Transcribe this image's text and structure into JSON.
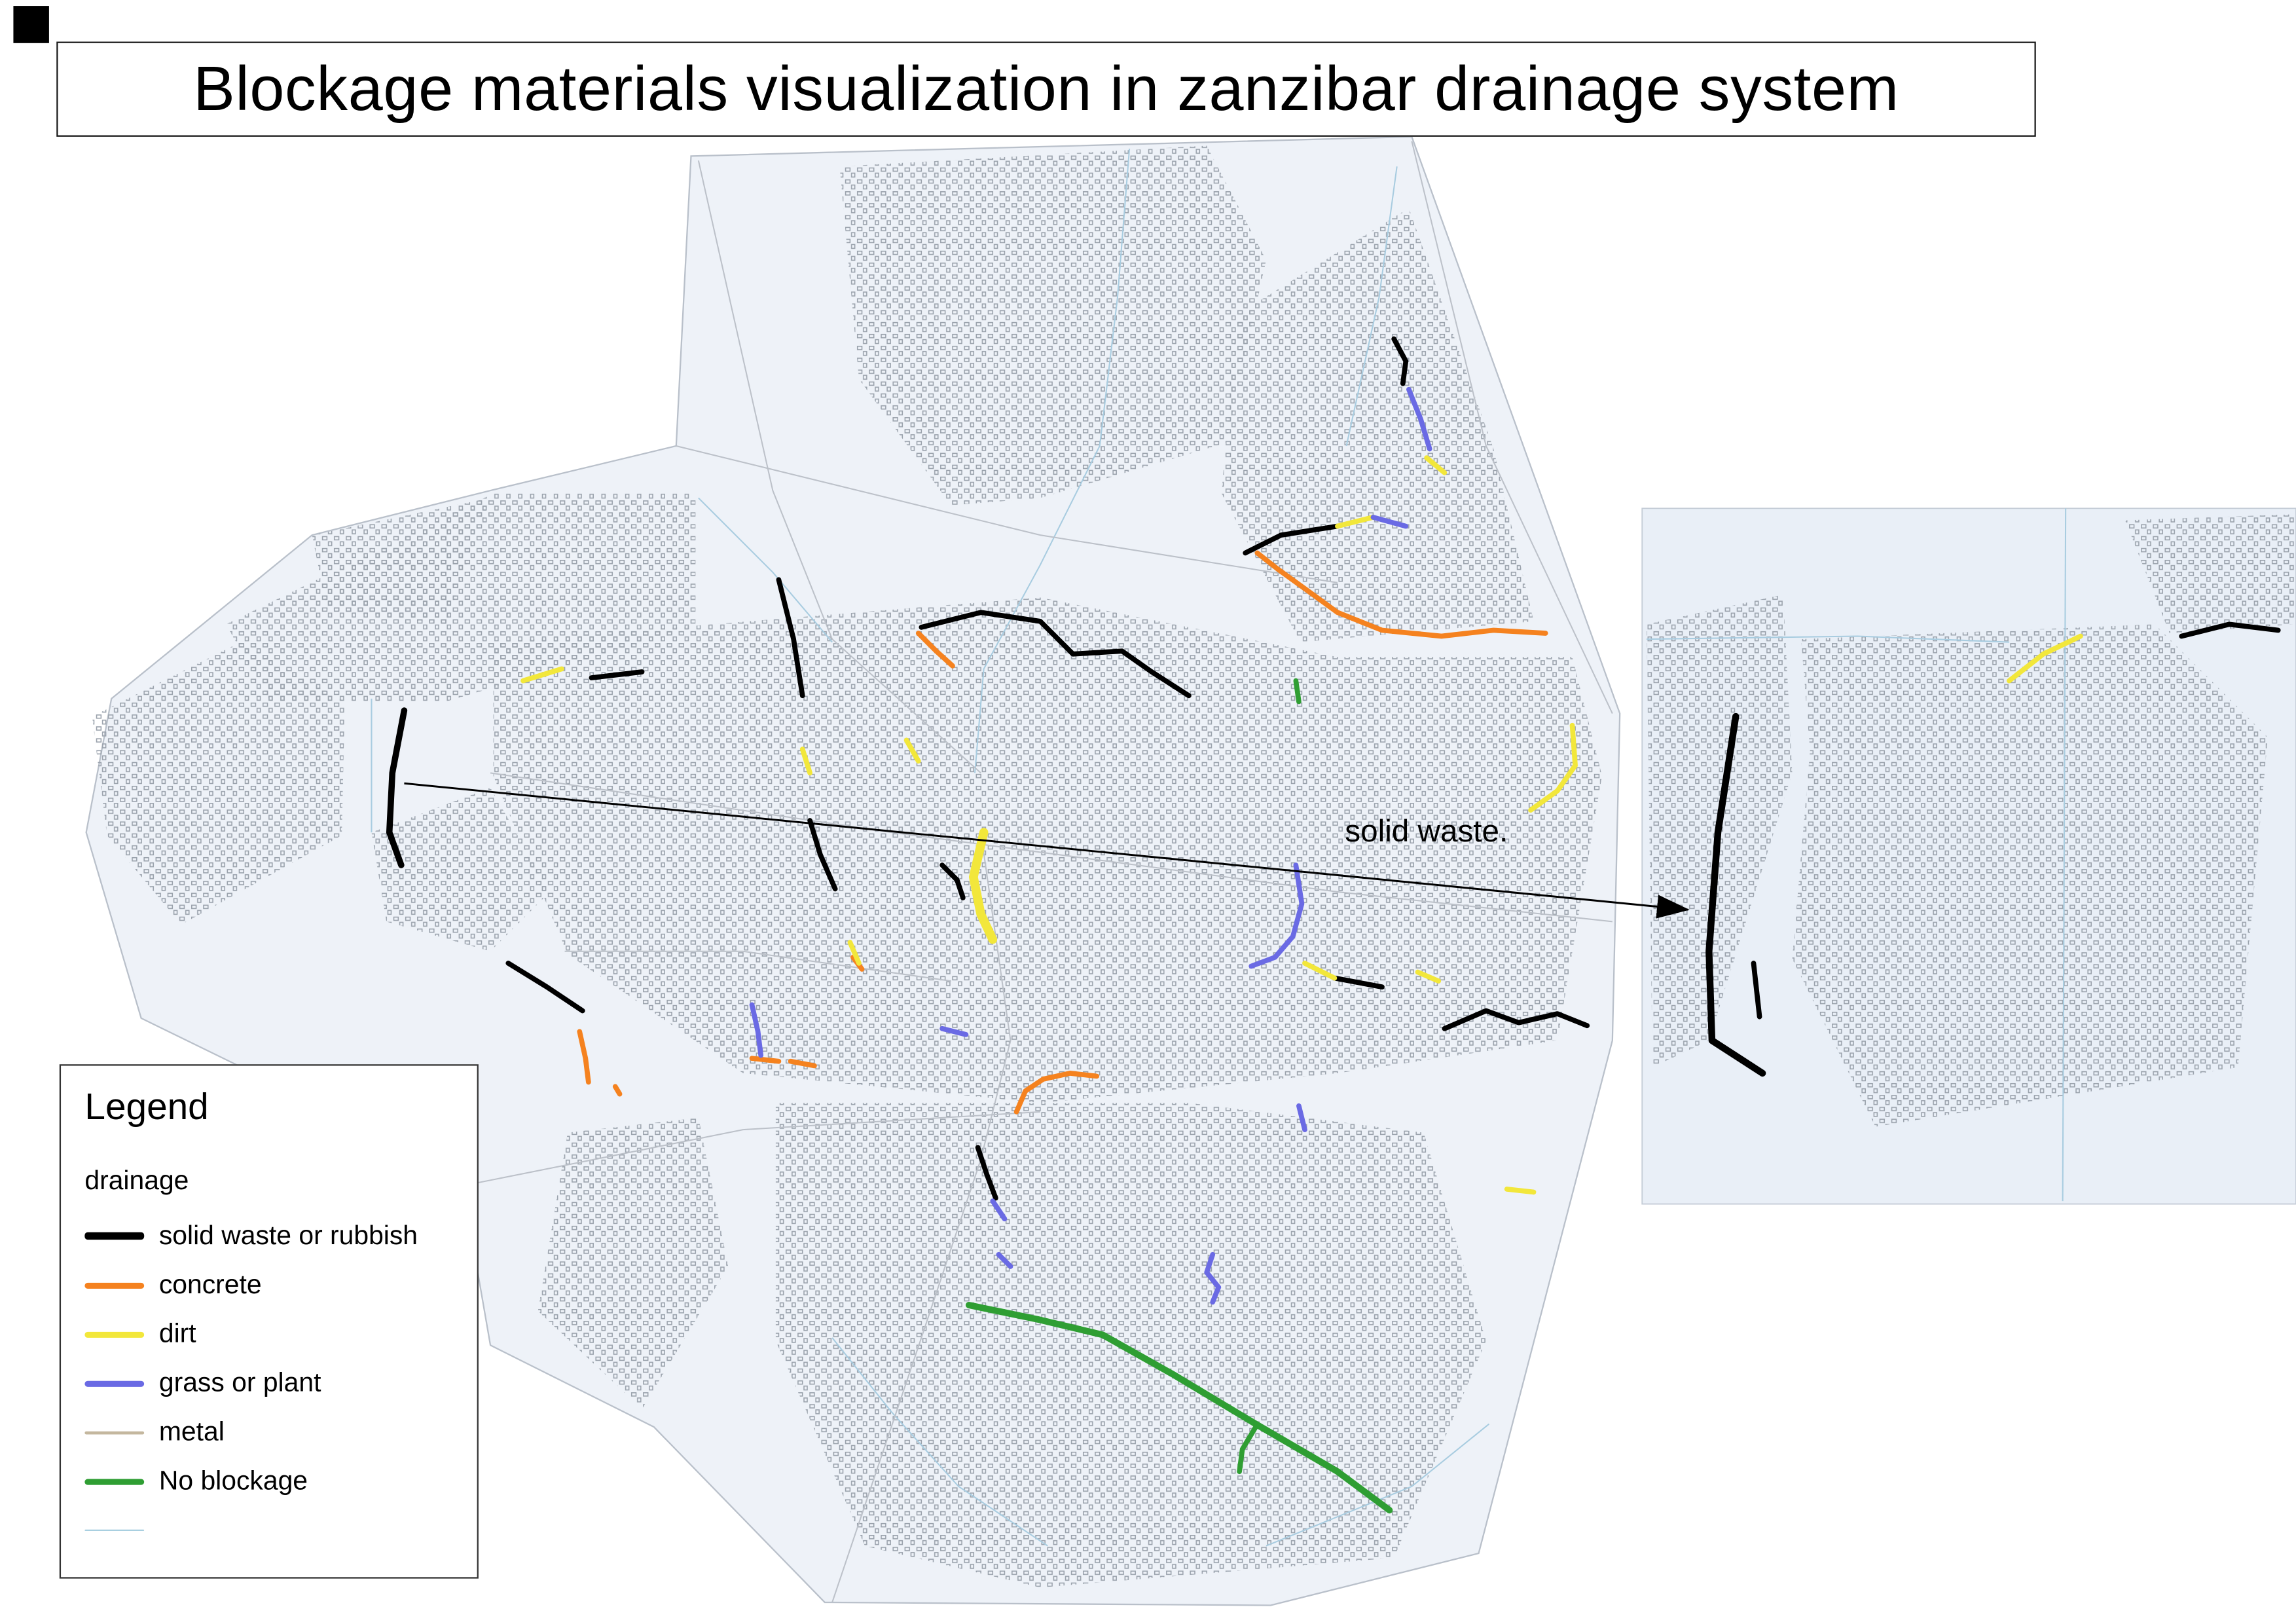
{
  "title": "Blockage materials visualization in zanzibar drainage system",
  "annotation": {
    "label": "solid waste."
  },
  "legend": {
    "title": "Legend",
    "group_label": "drainage",
    "items": [
      {
        "label": "solid waste or rubbish",
        "color": "#000000",
        "thickness": 5
      },
      {
        "label": "concrete",
        "color": "#f5821f",
        "thickness": 4
      },
      {
        "label": "dirt",
        "color": "#f2e73b",
        "thickness": 4
      },
      {
        "label": "grass or plant",
        "color": "#6a6ae4",
        "thickness": 4
      },
      {
        "label": "metal",
        "color": "#c4b79e",
        "thickness": 2
      },
      {
        "label": "No blockage",
        "color": "#2f9e33",
        "thickness": 4
      },
      {
        "label": "",
        "color": "#a8cfe0",
        "thickness": 1
      }
    ]
  },
  "map": {
    "materials": {
      "solid_waste": "#000000",
      "concrete": "#f5821f",
      "dirt": "#f2e73b",
      "grass": "#6a6ae4",
      "metal": "#c4b79e",
      "none": "#2f9e33"
    },
    "segments": [
      {
        "material": "solid_waste",
        "points": [
          [
            938,
            228
          ],
          [
            946,
            243
          ],
          [
            944,
            258
          ]
        ]
      },
      {
        "material": "solid_waste",
        "points": [
          [
            838,
            372
          ],
          [
            862,
            360
          ],
          [
            900,
            354
          ]
        ]
      },
      {
        "material": "solid_waste",
        "points": [
          [
            524,
            390
          ],
          [
            534,
            430
          ],
          [
            540,
            468
          ]
        ]
      },
      {
        "material": "solid_waste",
        "points": [
          [
            620,
            422
          ],
          [
            660,
            412
          ],
          [
            700,
            418
          ],
          [
            722,
            440
          ],
          [
            755,
            438
          ],
          [
            775,
            452
          ],
          [
            800,
            468
          ]
        ]
      },
      {
        "material": "solid_waste",
        "width": 4.2,
        "points": [
          [
            272,
            478
          ],
          [
            264,
            520
          ],
          [
            262,
            560
          ],
          [
            270,
            582
          ]
        ]
      },
      {
        "material": "solid_waste",
        "points": [
          [
            398,
            456
          ],
          [
            432,
            452
          ]
        ]
      },
      {
        "material": "solid_waste",
        "points": [
          [
            545,
            552
          ],
          [
            552,
            575
          ],
          [
            562,
            598
          ]
        ]
      },
      {
        "material": "solid_waste",
        "points": [
          [
            634,
            582
          ],
          [
            644,
            592
          ],
          [
            648,
            604
          ]
        ]
      },
      {
        "material": "solid_waste",
        "points": [
          [
            342,
            648
          ],
          [
            368,
            664
          ],
          [
            392,
            680
          ]
        ]
      },
      {
        "material": "solid_waste",
        "points": [
          [
            898,
            658
          ],
          [
            930,
            664
          ]
        ]
      },
      {
        "material": "solid_waste",
        "points": [
          [
            972,
            692
          ],
          [
            1000,
            680
          ],
          [
            1022,
            688
          ],
          [
            1048,
            682
          ],
          [
            1068,
            690
          ]
        ]
      },
      {
        "material": "solid_waste",
        "points": [
          [
            658,
            772
          ],
          [
            664,
            790
          ],
          [
            670,
            806
          ]
        ]
      },
      {
        "material": "solid_waste",
        "width": 4.6,
        "points": [
          [
            1168,
            482
          ],
          [
            1156,
            560
          ],
          [
            1150,
            640
          ],
          [
            1152,
            700
          ],
          [
            1186,
            722
          ]
        ]
      },
      {
        "material": "solid_waste",
        "points": [
          [
            1180,
            648
          ],
          [
            1184,
            684
          ]
        ]
      },
      {
        "material": "solid_waste",
        "points": [
          [
            1468,
            428
          ],
          [
            1500,
            420
          ],
          [
            1533,
            424
          ]
        ]
      },
      {
        "material": "concrete",
        "points": [
          [
            618,
            426
          ],
          [
            630,
            438
          ],
          [
            641,
            448
          ]
        ]
      },
      {
        "material": "concrete",
        "points": [
          [
            846,
            372
          ],
          [
            860,
            383
          ],
          [
            878,
            396
          ],
          [
            900,
            412
          ],
          [
            930,
            424
          ],
          [
            970,
            428
          ],
          [
            1005,
            424
          ],
          [
            1040,
            426
          ]
        ]
      },
      {
        "material": "concrete",
        "points": [
          [
            574,
            644
          ],
          [
            580,
            652
          ]
        ]
      },
      {
        "material": "concrete",
        "points": [
          [
            390,
            694
          ],
          [
            394,
            712
          ],
          [
            396,
            728
          ]
        ]
      },
      {
        "material": "concrete",
        "points": [
          [
            414,
            731
          ],
          [
            417,
            736
          ]
        ]
      },
      {
        "material": "concrete",
        "points": [
          [
            506,
            712
          ],
          [
            524,
            714
          ]
        ]
      },
      {
        "material": "concrete",
        "points": [
          [
            532,
            714
          ],
          [
            548,
            717
          ]
        ]
      },
      {
        "material": "concrete",
        "points": [
          [
            684,
            748
          ],
          [
            690,
            734
          ],
          [
            702,
            726
          ],
          [
            720,
            722
          ],
          [
            738,
            724
          ]
        ]
      },
      {
        "material": "dirt",
        "points": [
          [
            352,
            458
          ],
          [
            378,
            450
          ]
        ]
      },
      {
        "material": "dirt",
        "points": [
          [
            540,
            504
          ],
          [
            545,
            520
          ]
        ]
      },
      {
        "material": "dirt",
        "points": [
          [
            610,
            498
          ],
          [
            618,
            512
          ]
        ]
      },
      {
        "material": "dirt",
        "width": 6,
        "points": [
          [
            662,
            560
          ],
          [
            655,
            590
          ],
          [
            660,
            615
          ],
          [
            668,
            632
          ]
        ]
      },
      {
        "material": "dirt",
        "points": [
          [
            572,
            634
          ],
          [
            578,
            648
          ]
        ]
      },
      {
        "material": "dirt",
        "points": [
          [
            878,
            648
          ],
          [
            898,
            658
          ]
        ]
      },
      {
        "material": "dirt",
        "points": [
          [
            954,
            654
          ],
          [
            968,
            660
          ]
        ]
      },
      {
        "material": "dirt",
        "points": [
          [
            1058,
            488
          ],
          [
            1060,
            515
          ],
          [
            1048,
            532
          ],
          [
            1030,
            545
          ]
        ]
      },
      {
        "material": "dirt",
        "points": [
          [
            1014,
            800
          ],
          [
            1032,
            802
          ]
        ]
      },
      {
        "material": "dirt",
        "points": [
          [
            900,
            354
          ],
          [
            924,
            348
          ]
        ]
      },
      {
        "material": "dirt",
        "points": [
          [
            960,
            308
          ],
          [
            972,
            318
          ]
        ]
      },
      {
        "material": "dirt",
        "points": [
          [
            1352,
            458
          ],
          [
            1375,
            440
          ],
          [
            1400,
            428
          ]
        ]
      },
      {
        "material": "grass",
        "points": [
          [
            948,
            262
          ],
          [
            956,
            282
          ],
          [
            962,
            302
          ]
        ]
      },
      {
        "material": "grass",
        "points": [
          [
            924,
            348
          ],
          [
            946,
            354
          ]
        ]
      },
      {
        "material": "grass",
        "points": [
          [
            872,
            582
          ],
          [
            876,
            608
          ],
          [
            870,
            630
          ],
          [
            858,
            644
          ],
          [
            842,
            650
          ]
        ]
      },
      {
        "material": "grass",
        "points": [
          [
            506,
            676
          ],
          [
            510,
            694
          ],
          [
            512,
            710
          ]
        ]
      },
      {
        "material": "grass",
        "points": [
          [
            634,
            692
          ],
          [
            650,
            696
          ]
        ]
      },
      {
        "material": "grass",
        "points": [
          [
            668,
            808
          ],
          [
            676,
            820
          ]
        ]
      },
      {
        "material": "grass",
        "points": [
          [
            672,
            844
          ],
          [
            680,
            852
          ]
        ]
      },
      {
        "material": "grass",
        "points": [
          [
            874,
            744
          ],
          [
            878,
            760
          ]
        ]
      },
      {
        "material": "grass",
        "points": [
          [
            816,
            844
          ],
          [
            812,
            856
          ],
          [
            820,
            866
          ],
          [
            816,
            876
          ]
        ]
      },
      {
        "material": "none",
        "points": [
          [
            872,
            458
          ],
          [
            874,
            472
          ]
        ]
      },
      {
        "material": "none",
        "width": 4.4,
        "points": [
          [
            652,
            878
          ],
          [
            700,
            888
          ],
          [
            742,
            898
          ],
          [
            790,
            925
          ],
          [
            845,
            958
          ],
          [
            900,
            990
          ],
          [
            935,
            1016
          ]
        ]
      },
      {
        "material": "none",
        "points": [
          [
            845,
            960
          ],
          [
            836,
            975
          ],
          [
            834,
            990
          ]
        ]
      }
    ]
  }
}
